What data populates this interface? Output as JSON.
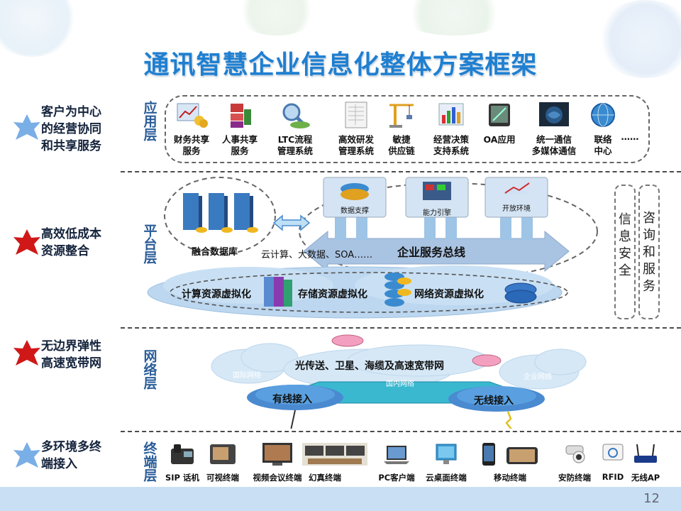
{
  "title": "通讯智慧企业信息化整体方案框架",
  "page_number": "12",
  "sides": [
    {
      "label": "客户为中心的经营协同和共享服务",
      "lines": [
        "客户为中心",
        "的经营协同",
        "和共享服务"
      ],
      "star_color": "#7aaee6"
    },
    {
      "label": "高效低成本资源整合",
      "lines": [
        "高效低成本",
        "资源整合"
      ],
      "star_color": "#d01818"
    },
    {
      "label": "无边界弹性高速宽带网",
      "lines": [
        "无边界弹性",
        "高速宽带网"
      ],
      "star_color": "#d01818"
    },
    {
      "label": "多环境多终端接入",
      "lines": [
        "多环境多终",
        "端接入"
      ],
      "star_color": "#7aaee6"
    }
  ],
  "layers": {
    "app": "应用层",
    "platform": "平台层",
    "network": "网络层",
    "terminal": "终端层"
  },
  "apps": [
    {
      "label_lines": [
        "财务共享",
        "服务"
      ],
      "icon": "finance-chart-icon"
    },
    {
      "label_lines": [
        "人事共享",
        "服务"
      ],
      "icon": "hr-cube-icon"
    },
    {
      "label_lines": [
        "LTC流程",
        "管理系统"
      ],
      "icon": "magnifier-chart-icon"
    },
    {
      "label_lines": [
        "高效研发",
        "管理系统"
      ],
      "icon": "document-table-icon"
    },
    {
      "label_lines": [
        "敏捷",
        "供应链"
      ],
      "icon": "crane-icon"
    },
    {
      "label_lines": [
        "经营决策",
        "支持系统"
      ],
      "icon": "bar-chart-icon"
    },
    {
      "label_lines": [
        "OA应用",
        ""
      ],
      "icon": "tablet-pen-icon"
    },
    {
      "label_lines": [
        "统一通信",
        "多媒体通信"
      ],
      "icon": "globe-night-icon"
    },
    {
      "label_lines": [
        "联络",
        "中心"
      ],
      "icon": "globe-blue-icon"
    },
    {
      "label_lines": [
        "……",
        ""
      ],
      "icon": ""
    }
  ],
  "platform": {
    "fusion_db": "融合数据库",
    "cloud_text": "云计算、大数据、SOA……",
    "bus": "企业服务总线",
    "top_modules": [
      "数据支撑",
      "能力引擎",
      "开放环境"
    ],
    "virtualization": [
      "计算资源虚拟化",
      "存储资源虚拟化",
      "网络资源虚拟化"
    ]
  },
  "network": {
    "core": "光传送、卫星、海缆及高速宽带网",
    "wired": "有线接入",
    "wireless": "无线接入",
    "cloud_labels": [
      "国际网络",
      "国内网络",
      "企业网络"
    ]
  },
  "terminals": [
    {
      "label": "SIP 话机",
      "icon": "desk-phone-icon"
    },
    {
      "label": "可视终端",
      "icon": "video-phone-icon"
    },
    {
      "label": "视频会议终端",
      "icon": "video-conference-icon"
    },
    {
      "label": "幻真终端",
      "icon": "telepresence-room-icon"
    },
    {
      "label": "PC客户端",
      "icon": "laptop-icon"
    },
    {
      "label": "云桌面终端",
      "icon": "cloud-desktop-icon"
    },
    {
      "label": "移动终端",
      "icon": "mobile-phone-icon"
    },
    {
      "label": "安防终端",
      "icon": "security-camera-icon"
    },
    {
      "label": "RFID",
      "icon": "rfid-card-icon"
    },
    {
      "label": "无线AP",
      "icon": "wireless-router-icon"
    }
  ],
  "right_boxes": [
    {
      "lines": [
        "信",
        "息",
        "安",
        "全"
      ]
    },
    {
      "lines": [
        "咨",
        "询",
        "和",
        "服",
        "务"
      ]
    }
  ],
  "colors": {
    "title": "#1f7fd0",
    "layer_label": "#2a5d98",
    "bus": "#a9c3e2",
    "footer": "#c9e0f4"
  }
}
